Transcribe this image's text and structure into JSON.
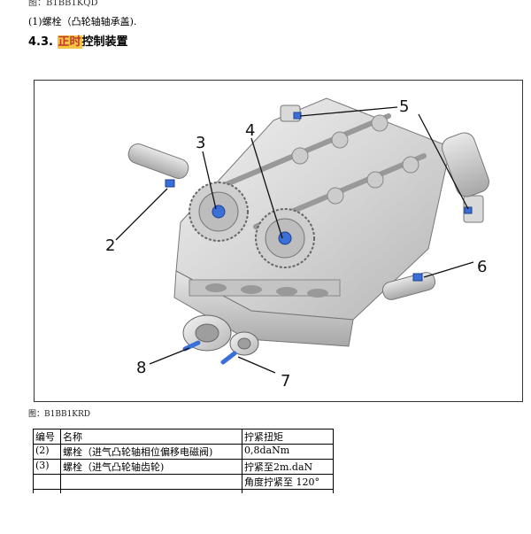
{
  "cut_text": "图：B1BB1KQD",
  "line1": "(1)螺栓（凸轮轴轴承盖).",
  "heading": {
    "number": "4.3.",
    "highlight": "正时",
    "rest": "控制装置"
  },
  "figure": {
    "callouts": [
      "2",
      "3",
      "4",
      "5",
      "6",
      "7",
      "8"
    ]
  },
  "caption": "图：B1BB1KRD",
  "table": {
    "headers": [
      "编号",
      "名称",
      "拧紧扭矩"
    ],
    "rows": [
      [
        "(2)",
        "螺栓（进气凸轮轴相位偏移电磁阀)",
        "0,8daNm"
      ],
      [
        "(3)",
        "螺栓（进气凸轮轴齿轮)",
        "拧紧至2m.daN"
      ],
      [
        "",
        "",
        "角度拧紧至 120°"
      ]
    ]
  },
  "colors": {
    "highlight_bg": "#f5c542",
    "highlight_text": "#c0392b",
    "bolt_blue": "#3a6fd8"
  }
}
